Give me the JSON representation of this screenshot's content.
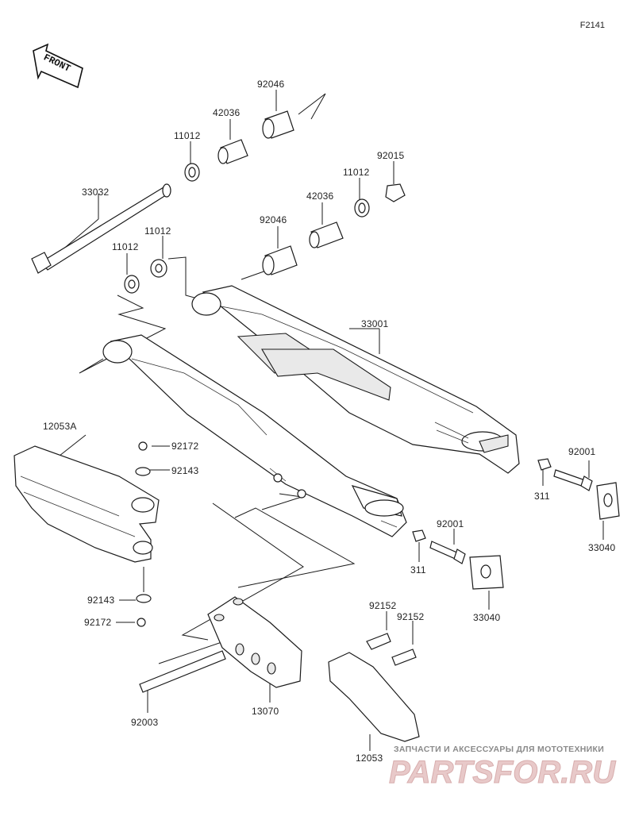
{
  "figure_id": "F2141",
  "front_arrow_label": "FRONT",
  "watermark": {
    "caption": "ЗАПЧАСТИ И АКСЕССУАРЫ ДЛЯ МОТОТЕХНИКИ",
    "logo_text": "PARTSFOR.RU"
  },
  "labels": {
    "p92046_top": "92046",
    "p42036_top": "42036",
    "p11012_top": "11012",
    "p92015": "92015",
    "p11012_right": "11012",
    "p42036_mid": "42036",
    "p33032": "33032",
    "p11012_mid": "11012",
    "p92046_mid": "92046",
    "p11012_left": "11012",
    "p33001": "33001",
    "p12053A": "12053A",
    "p92172_top": "92172",
    "p92143_top": "92143",
    "p92001_right": "92001",
    "p311_right": "311",
    "p33040_right": "33040",
    "p92001_mid": "92001",
    "p311_mid": "311",
    "p33040_mid": "33040",
    "p92143_bot": "92143",
    "p92172_bot": "92172",
    "p92152_a": "92152",
    "p92152_b": "92152",
    "p13070": "13070",
    "p92003": "92003",
    "p12053": "12053"
  }
}
